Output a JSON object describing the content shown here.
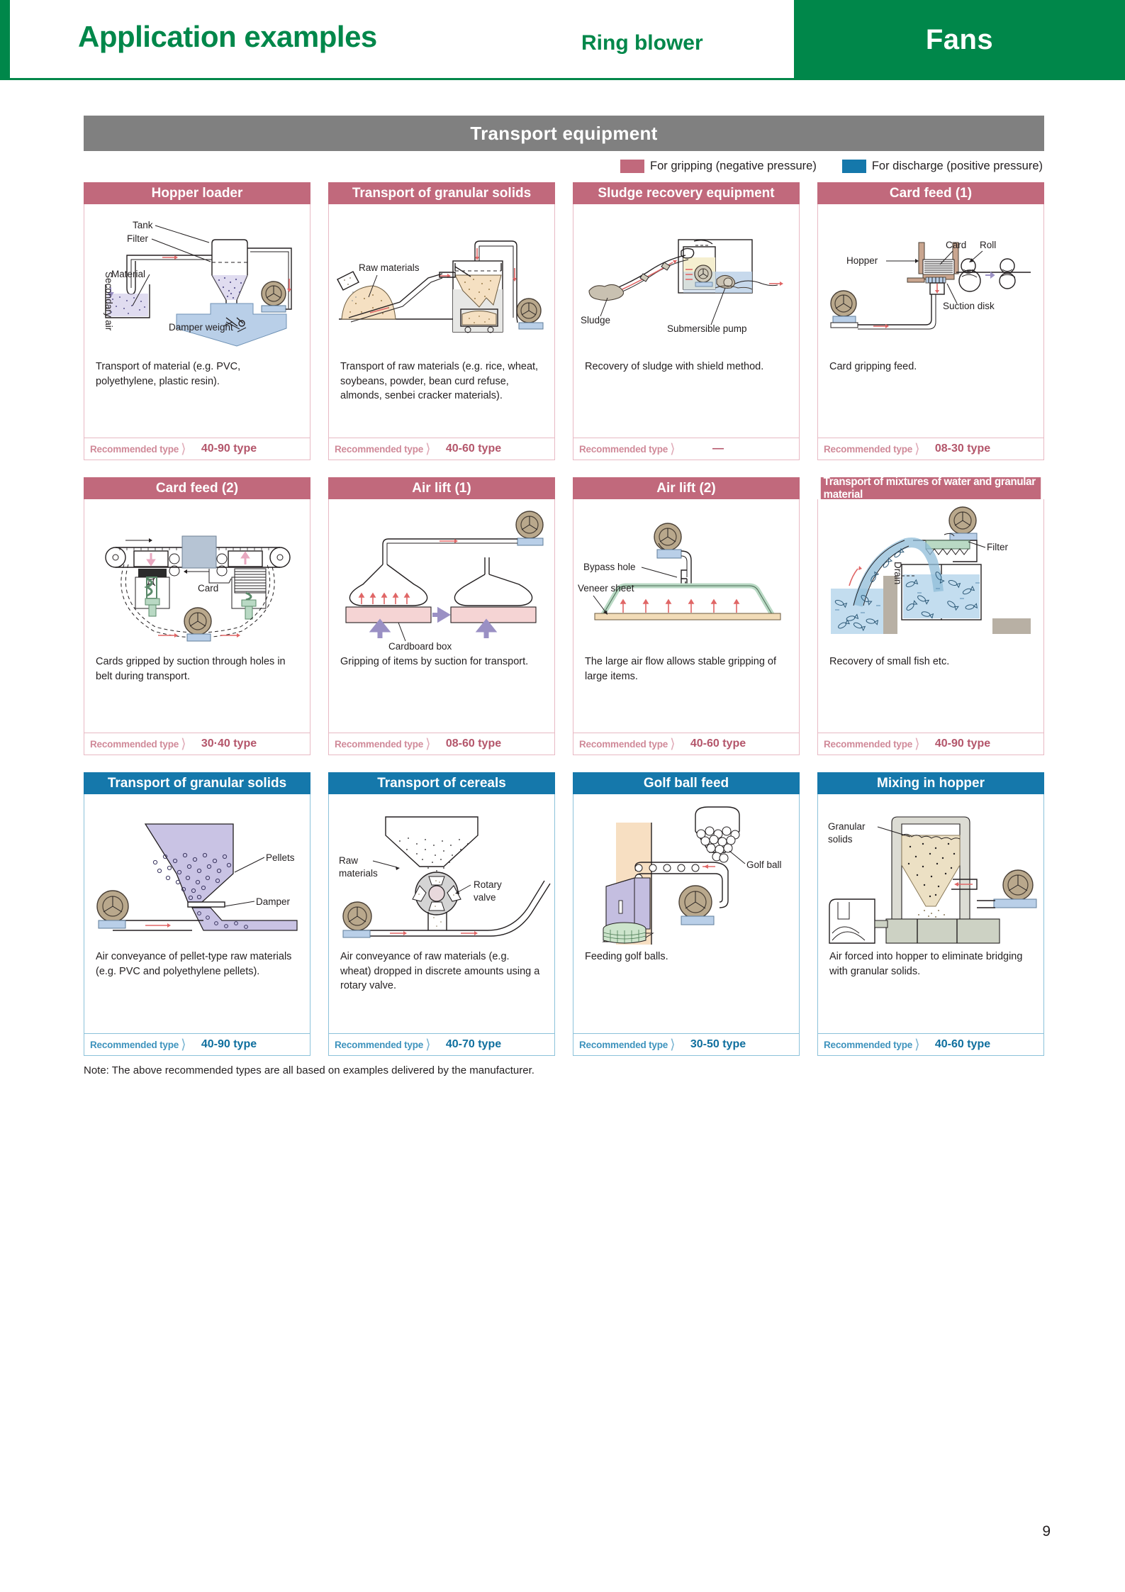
{
  "header": {
    "title": "Application examples",
    "subtitle": "Ring blower",
    "category": "Fans"
  },
  "section": {
    "banner": "Transport equipment"
  },
  "legend": {
    "items": [
      {
        "label": "For gripping (negative pressure)",
        "color": "#c1697c"
      },
      {
        "label": "For discharge (positive pressure)",
        "color": "#1578ab"
      }
    ]
  },
  "recommended_label": "Recommended type",
  "cards": [
    {
      "title": "Hopper loader",
      "theme": "rose",
      "caption": "Transport of material (e.g. PVC, polyethylene, plastic resin).",
      "recommended_type": "40-90 type",
      "diagram_labels": [
        "Tank",
        "Filter",
        "Secondary air",
        "Material",
        "Damper weight"
      ]
    },
    {
      "title": "Transport of granular solids",
      "theme": "rose",
      "caption": "Transport of raw materials (e.g. rice, wheat, soybeans, powder, bean curd refuse, almonds, senbei cracker materials).",
      "recommended_type": "40-60 type",
      "diagram_labels": [
        "Raw materials"
      ]
    },
    {
      "title": "Sludge recovery equipment",
      "theme": "rose",
      "caption": "Recovery of sludge with shield method.",
      "recommended_type": "—",
      "diagram_labels": [
        "Sludge",
        "Submersible pump"
      ]
    },
    {
      "title": "Card feed (1)",
      "theme": "rose",
      "caption": "Card gripping feed.",
      "recommended_type": "08-30 type",
      "diagram_labels": [
        "Hopper",
        "Card",
        "Roll",
        "Suction disk"
      ]
    },
    {
      "title": "Card feed (2)",
      "theme": "rose",
      "caption": "Cards gripped by suction through holes in belt during transport.",
      "recommended_type": "30·40 type",
      "diagram_labels": [
        "Card"
      ]
    },
    {
      "title": "Air lift (1)",
      "theme": "rose",
      "caption": "Gripping of items by suction for transport.",
      "recommended_type": "08-60 type",
      "diagram_labels": [
        "Cardboard box"
      ]
    },
    {
      "title": "Air lift (2)",
      "theme": "rose",
      "caption": "The large air flow allows stable gripping of large items.",
      "recommended_type": "40-60 type",
      "diagram_labels": [
        "Bypass hole",
        "Veneer sheet"
      ]
    },
    {
      "title": "Transport of mixtures of water and granular material",
      "theme": "rose",
      "title_narrow": true,
      "caption": "Recovery of small fish etc.",
      "recommended_type": "40-90 type",
      "diagram_labels": [
        "Filter",
        "Drain"
      ]
    },
    {
      "title": "Transport of granular solids",
      "theme": "blue",
      "caption": "Air conveyance of pellet-type raw materials (e.g. PVC and polyethylene pellets).",
      "recommended_type": "40-90 type",
      "diagram_labels": [
        "Pellets",
        "Damper"
      ]
    },
    {
      "title": "Transport of cereals",
      "theme": "blue",
      "caption": "Air conveyance of raw materials (e.g. wheat) dropped in discrete amounts using a rotary valve.",
      "recommended_type": "40-70 type",
      "diagram_labels": [
        "Raw materials",
        "Rotary valve"
      ]
    },
    {
      "title": "Golf ball feed",
      "theme": "blue",
      "caption": "Feeding golf balls.",
      "recommended_type": "30-50 type",
      "diagram_labels": [
        "Golf ball"
      ]
    },
    {
      "title": "Mixing in hopper",
      "theme": "blue",
      "caption": "Air forced into hopper to eliminate bridging with granular solids.",
      "recommended_type": "40-60 type",
      "diagram_labels": [
        "Granular solids"
      ]
    }
  ],
  "note": "Note: The above recommended types are all based on examples delivered by the manufacturer.",
  "page_number": "9"
}
